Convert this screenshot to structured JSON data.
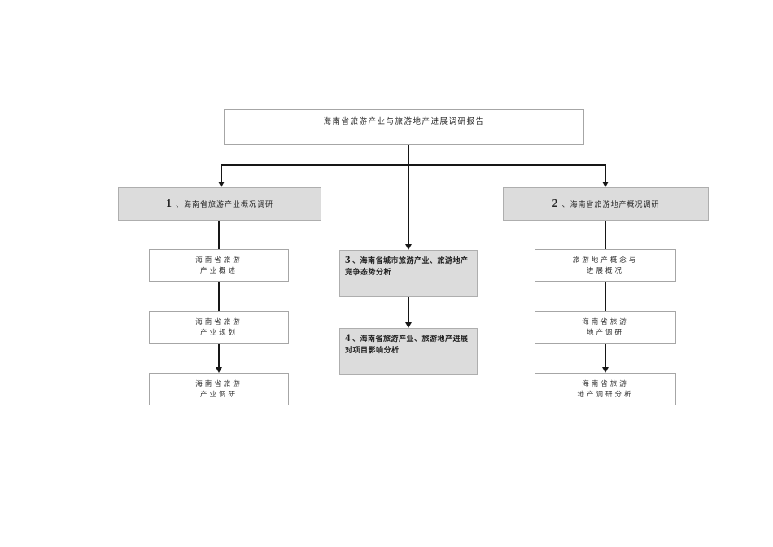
{
  "colors": {
    "page_background": "#ffffff",
    "gray_box_fill": "#dcdcdc",
    "box_border": "#a6a6a6",
    "connector_line": "#161616"
  },
  "diagram": {
    "title": "海南省旅游产业与旅游地产进展调研报告",
    "branch_left": {
      "number": "1",
      "label": "、海南省旅游产业概况调研"
    },
    "branch_right": {
      "number": "2",
      "label": "、海南省旅游地产概况调研"
    },
    "center_boxes": [
      {
        "number": "3",
        "label": "、海南省城市旅游产业、旅游地产竞争态势分析"
      },
      {
        "number": "4",
        "label": "、海南省旅游产业、旅游地产进展对项目影响分析"
      }
    ],
    "left_column": [
      {
        "line1": "海南省旅游",
        "line2": "产业概述"
      },
      {
        "line1": "海南省旅游",
        "line2": "产业规划"
      },
      {
        "line1": "海南省旅游",
        "line2": "产业调研"
      }
    ],
    "right_column": [
      {
        "line1": "旅游地产概念与",
        "line2": "进展概况"
      },
      {
        "line1": "海南省旅游",
        "line2": "地产调研"
      },
      {
        "line1": "海南省旅游",
        "line2": "地产调研分析"
      }
    ]
  }
}
